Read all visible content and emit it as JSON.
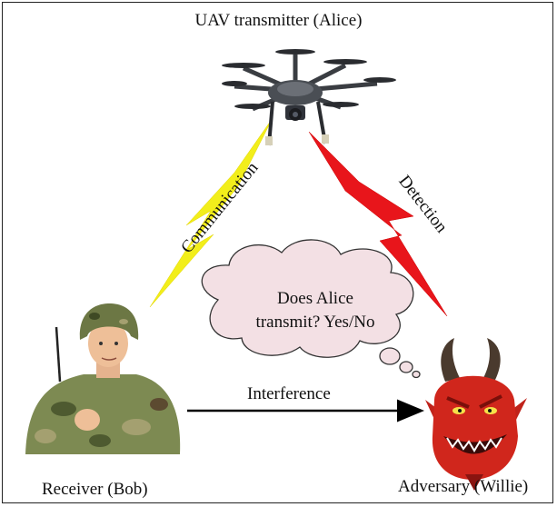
{
  "labels": {
    "uav": "UAV transmitter (Alice)",
    "receiver": "Receiver (Bob)",
    "adversary": "Adversary (Willie)",
    "communication": "Communication",
    "detection": "Detection",
    "interference": "Interference"
  },
  "thought_bubble": {
    "line1": "Does Alice",
    "line2": "transmit? Yes/No"
  },
  "colors": {
    "communication_bolt": "#f2ee1b",
    "detection_bolt": "#e8151b",
    "cloud_fill": "#f3e0e4",
    "devil_red": "#d0261c",
    "camo_green": "#7d8a52"
  }
}
